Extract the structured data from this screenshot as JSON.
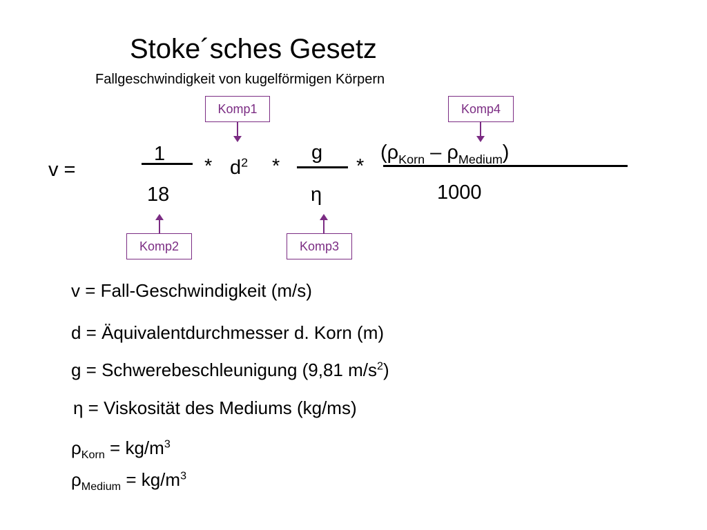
{
  "title": "Stoke´sches Gesetz",
  "subtitle": "Fallgeschwindigkeit von kugelförmigen Körpern",
  "formula": {
    "lhs": "v =",
    "frac1_num": "1",
    "frac1_den": "18",
    "op": "*",
    "d": "d",
    "d_exp": "2",
    "frac2_num": "g",
    "frac2_den": "η",
    "rho_open": "(ρ",
    "korn_sub": "Korn",
    "minus_rho": " – ρ",
    "medium_sub": "Medium",
    "rho_close": ")",
    "frac3_den": "1000"
  },
  "components": {
    "komp1": "Komp1",
    "komp2": "Komp2",
    "komp3": "Komp3",
    "komp4": "Komp4"
  },
  "definitions": {
    "v": "v = Fall-Geschwindigkeit (m/s)",
    "d": "d = Äquivalentdurchmesser d. Korn (m)",
    "g_prefix": "g = Schwerebeschleunigung (9,81 m/s",
    "g_exp": "2",
    "g_suffix": ")",
    "eta": "η = Viskosität des Mediums (kg/ms)",
    "rho": "ρ",
    "korn_sub": "Korn",
    "medium_sub": "Medium",
    "unit_prefix": " = kg/m",
    "unit_exp": "3"
  },
  "colors": {
    "accent": "#7b2c83",
    "text": "#000000",
    "background": "#ffffff"
  }
}
